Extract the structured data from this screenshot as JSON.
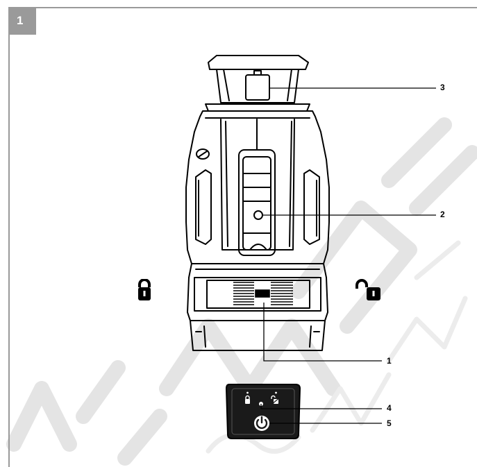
{
  "figure": {
    "number": "1",
    "callouts": {
      "c1": "1",
      "c2": "2",
      "c3": "3",
      "c4": "4",
      "c5": "5"
    }
  },
  "icons": {
    "locked": "lock-closed-icon",
    "unlocked": "lock-open-icon",
    "power": "power-icon"
  },
  "colors": {
    "frame": "#9a9a9a",
    "line_art": "#000000",
    "panel": "#1a1a1a",
    "watermark": "#e6e6e6"
  }
}
